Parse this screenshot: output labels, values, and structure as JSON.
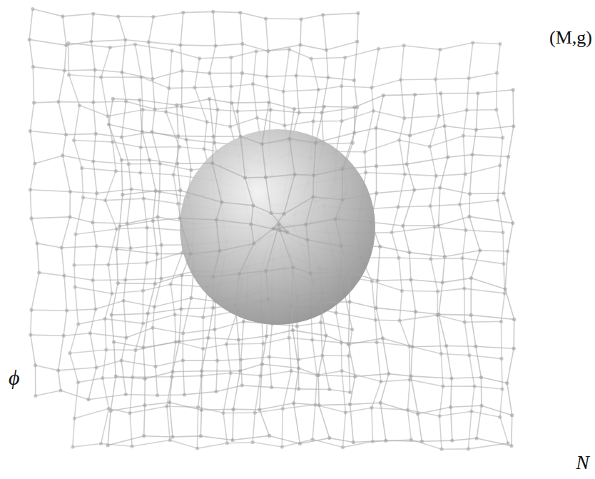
{
  "diagram": {
    "labels": [
      "(M,g)",
      "ϕ",
      "N"
    ]
  }
}
